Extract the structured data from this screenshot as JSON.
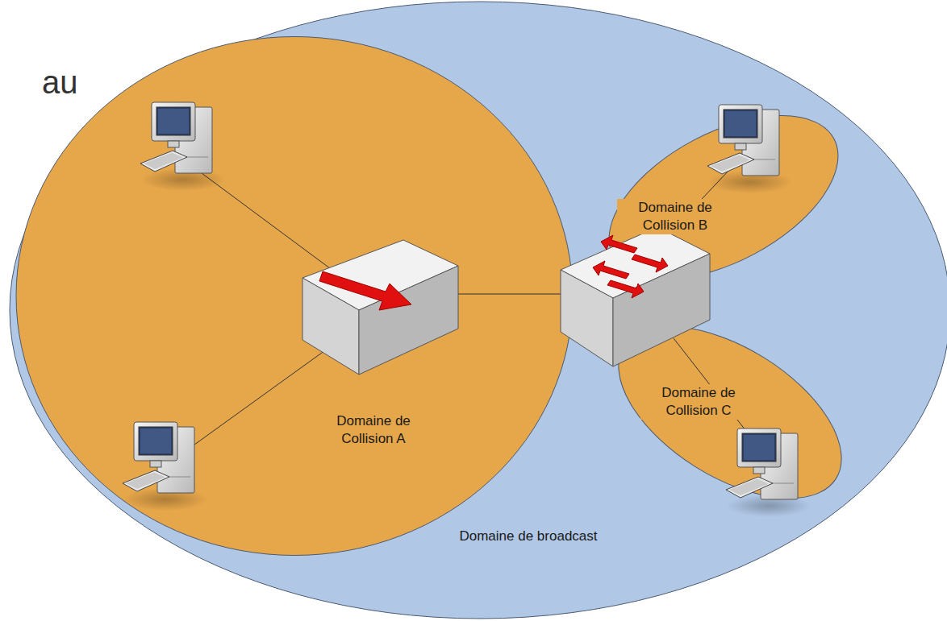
{
  "diagram": {
    "nodes": [
      {
        "text": [
          "Domaine de broadcast"
        ]
      },
      {
        "text": [
          "Domaine de Collision A"
        ],
        "in": 0
      },
      {
        "text": [
          "Domaine de Collision B"
        ],
        "in": 0
      },
      {
        "text": [
          "Domaine de Collision C"
        ],
        "in": 0
      }
    ],
    "labels": [
      "au"
    ]
  }
}
